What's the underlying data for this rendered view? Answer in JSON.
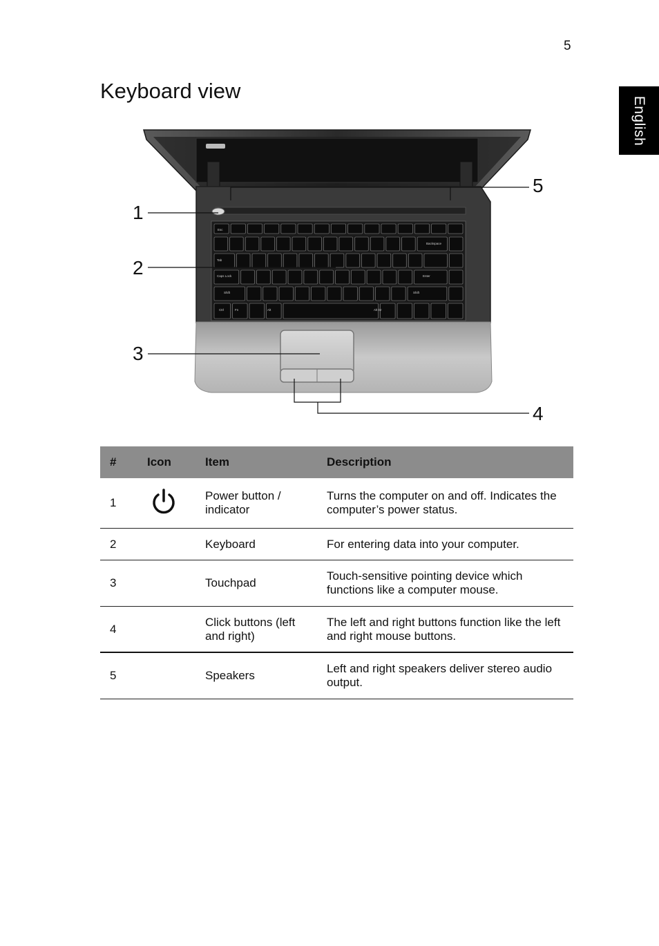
{
  "page_number": "5",
  "language_tab": "English",
  "title": "Keyboard view",
  "figure": {
    "callouts": [
      "1",
      "2",
      "3",
      "4",
      "5"
    ],
    "key_labels": {
      "esc": "Esc",
      "tab": "Tab",
      "caps": "Caps Lock",
      "shift": "Shift",
      "ctrl": "Ctrl",
      "fn": "Fn",
      "alt": "Alt",
      "enter": "Enter",
      "backspace": "Backspace",
      "alt_gr": "Alt Gr"
    }
  },
  "table": {
    "headers": {
      "num": "#",
      "icon": "Icon",
      "item": "Item",
      "description": "Description"
    },
    "rows": [
      {
        "num": "1",
        "icon": "power-icon",
        "item": "Power button / indicator",
        "description": "Turns the computer on and off. Indicates the computer’s power status."
      },
      {
        "num": "2",
        "icon": "",
        "item": "Keyboard",
        "description": "For entering data into your computer."
      },
      {
        "num": "3",
        "icon": "",
        "item": "Touchpad",
        "description": "Touch-sensitive pointing device which functions like a computer mouse."
      },
      {
        "num": "4",
        "icon": "",
        "item": "Click buttons (left and right)",
        "description": "The left and right buttons function like the left and right mouse buttons."
      },
      {
        "num": "5",
        "icon": "",
        "item": "Speakers",
        "description": "Left and right speakers deliver stereo audio output."
      }
    ]
  }
}
